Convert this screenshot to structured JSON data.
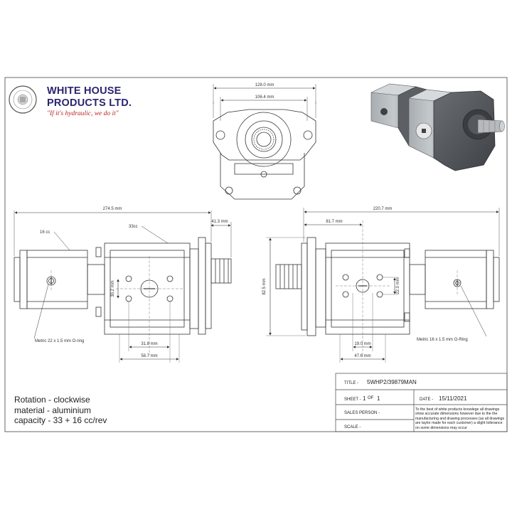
{
  "logo": {
    "company_line1": "WHITE HOUSE",
    "company_line2": "PRODUCTS LTD.",
    "tagline": "\"If it's hydraulic, we do it\""
  },
  "top_view": {
    "dim_overall": "128.0 mm",
    "dim_inner": "106.4 mm"
  },
  "left_view": {
    "dim_length": "274.5 mm",
    "dim_shaft": "41.3 mm",
    "label_16cc": "16 cc",
    "label_33cc": "33cc",
    "dim_port_spacing_v": "30.2 mm",
    "dim_port_spacing_h": "31.8 mm",
    "dim_flange": "58.7 mm",
    "oring": "Metric 22 x 1.5 mm O-ring"
  },
  "right_view": {
    "dim_length": "220.7 mm",
    "dim_center": "81.7 mm",
    "dim_height": "82.5 mm",
    "dim_port_spacing_v": "22.0 mm",
    "dim_port_spacing_h": "19.0 mm",
    "dim_flange": "47.6 mm",
    "oring": "Metric 16 x 1.5 mm O-Ring"
  },
  "notes": {
    "rotation": "Rotation - clockwise",
    "material": "material - aluminium",
    "capacity": "capacity - 33 + 16 cc/rev"
  },
  "title_block": {
    "title_label": "TITLE -",
    "title_value": "5WHP2/39879MAN",
    "sheet_label": "SHEET -",
    "sheet_value": "1",
    "sheet_of": "OF",
    "sheet_total": "1",
    "date_label": "DATE -",
    "date_value": "15/11/2021",
    "sales_label": "SALES PERSON -",
    "scale_label": "SCALE -",
    "disclaimer": "To the best of white products knowlege all drawings show accurate dimensions however due to the the manufacturing and drawing processes (as all drawings are taylor made for each customer) a slight tollerance on some dimensions may occur"
  },
  "colors": {
    "logo_blue": "#2b2470",
    "logo_red": "#c02020",
    "pump_body": "#8e9498",
    "pump_dark": "#4e5155"
  }
}
